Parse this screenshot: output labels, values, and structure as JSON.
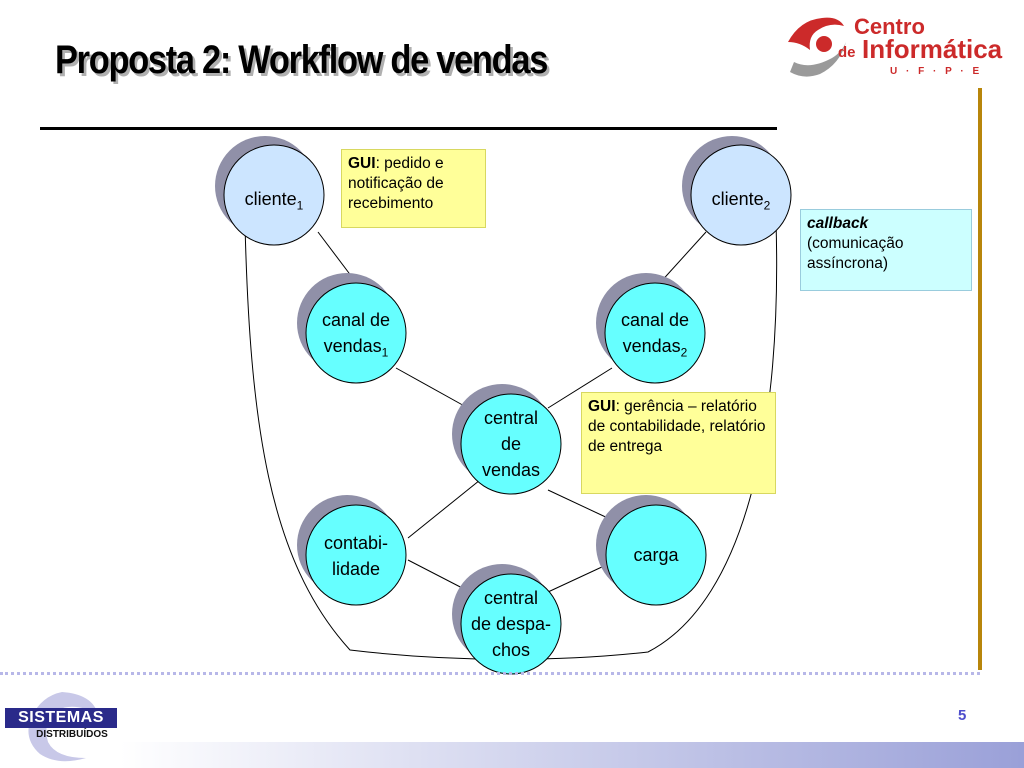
{
  "slide": {
    "title": "Proposta 2: Workflow de vendas",
    "page_number": "5"
  },
  "logo": {
    "line1": "Centro",
    "line2_prefix": "de",
    "line2": "Informática",
    "line3": "U · F · P · E"
  },
  "footer_logo": {
    "line1": "SISTEMAS",
    "line2": "DISTRIBUÍDOS"
  },
  "nodes": {
    "cliente1": {
      "label": "cliente",
      "sub": "1"
    },
    "cliente2": {
      "label": "cliente",
      "sub": "2"
    },
    "canal1": {
      "line1": "canal de",
      "line2": "vendas",
      "sub": "1"
    },
    "canal2": {
      "line1": "canal de",
      "line2": "vendas",
      "sub": "2"
    },
    "central_vendas": {
      "line1": "central",
      "line2": "de",
      "line3": "vendas"
    },
    "contabilidade": {
      "line1": "contabi-",
      "line2": "lidade"
    },
    "carga": {
      "line1": "carga"
    },
    "central_despachos": {
      "line1": "central",
      "line2": "de despa-",
      "line3": "chos"
    }
  },
  "notes": {
    "gui_client": {
      "bold": "GUI",
      "text": ": pedido e notificação de recebimento"
    },
    "gui_manager": {
      "bold": "GUI",
      "text": ": gerência – relatório de contabilidade, relatório de entrega"
    },
    "callback": {
      "bold_italic": "callback",
      "text": "(comunicação assíncrona)"
    }
  },
  "colors": {
    "client_fill": "#cce5ff",
    "node_fill": "#66ffff",
    "shadow": "#9090a8",
    "note_yellow": "#ffff99",
    "note_cyan": "#ccffff",
    "logo_red": "#cc2a2a"
  }
}
